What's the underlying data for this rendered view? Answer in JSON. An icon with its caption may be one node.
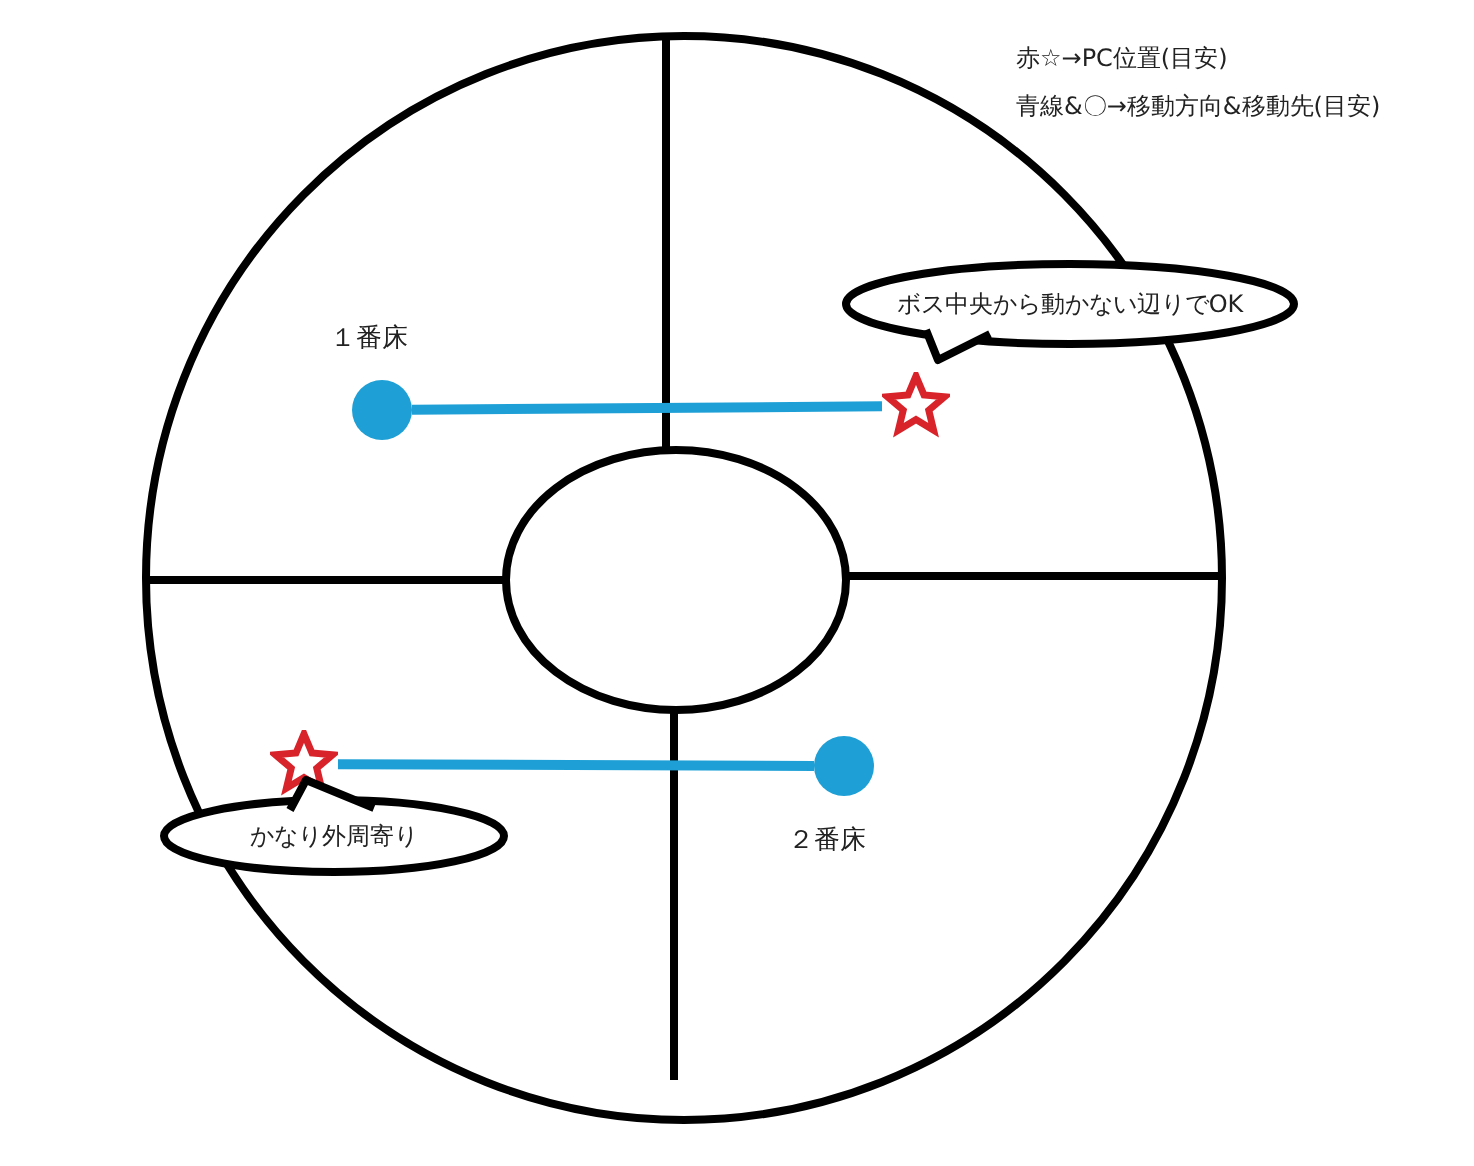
{
  "diagram": {
    "nodes": [
      {
        "text": [],
        "shape": "circle",
        "beside": [
          "１番床"
        ]
      },
      {
        "text": [],
        "shape": "star"
      },
      {
        "text": [],
        "shape": "star"
      },
      {
        "text": [],
        "shape": "circle",
        "beside": [
          "２番床"
        ]
      },
      {
        "text": [
          "ボス中央から動かない辺りでOK"
        ]
      },
      {
        "text": [
          "かなり外周寄り"
        ]
      }
    ],
    "edges": [
      {
        "from": 0,
        "to": 1,
        "arrow": "none"
      },
      {
        "from": 2,
        "to": 3,
        "arrow": "none"
      }
    ],
    "labels": [
      "赤☆→PC位置(目安)",
      "青線&〇→移動方向&移動先(目安)"
    ]
  }
}
